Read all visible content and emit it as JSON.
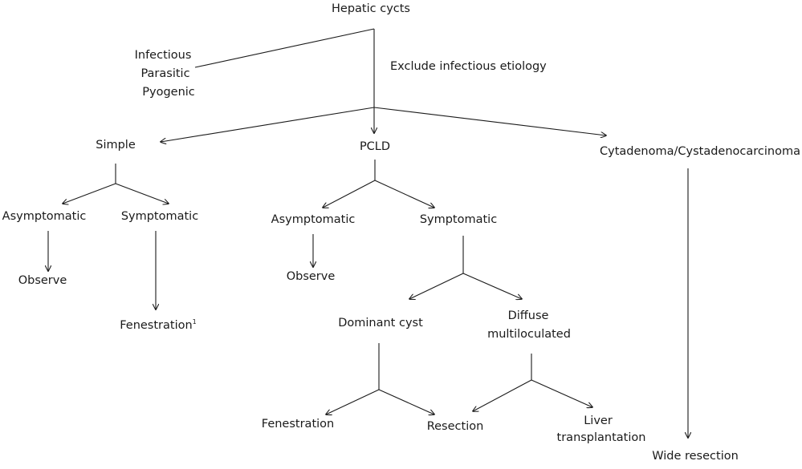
{
  "root": "Hepatic cycts",
  "excluded": {
    "lines": [
      "Infectious",
      "Parasitic",
      "Pyogenic"
    ],
    "note": "Exclude infectious etiology"
  },
  "simple": {
    "label": "Simple",
    "asymptomatic": "Asymptomatic",
    "symptomatic": "Symptomatic",
    "observe": "Observe",
    "fenestration": "Fenestration",
    "footnote": "1"
  },
  "pcld": {
    "label": "PCLD",
    "asymptomatic": "Asymptomatic",
    "symptomatic": "Symptomatic",
    "observe": "Observe",
    "dominant_cyst": "Dominant cyst",
    "diffuse": [
      "Diffuse",
      "multiloculated"
    ],
    "fenestration": "Fenestration",
    "resection": "Resection",
    "liver_transplantation": [
      "Liver",
      "transplantation"
    ]
  },
  "cystadenoma": {
    "label": "Cytadenoma/Cystadenocarcinoma",
    "wide_resection": "Wide resection"
  }
}
